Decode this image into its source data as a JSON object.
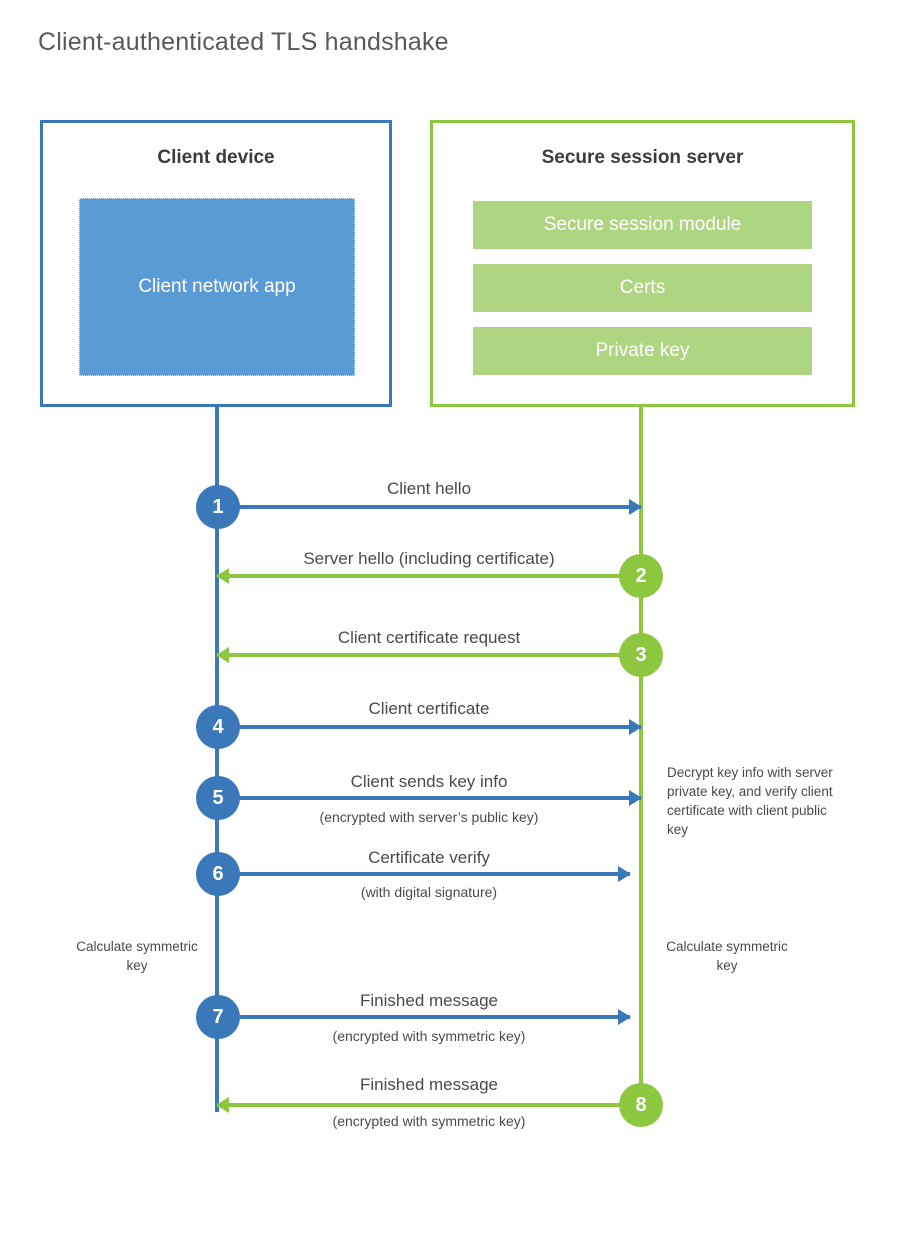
{
  "title": "Client-authenticated TLS handshake",
  "colors": {
    "client_blue": "#3b78ba",
    "client_app_fill": "#5b9bd5",
    "server_green": "#8dc63f",
    "server_bar_fill": "#aed581",
    "text": "#4a4a4a",
    "title_text": "#58595b"
  },
  "client": {
    "title": "Client device",
    "app_label": "Client network app"
  },
  "server": {
    "title": "Secure session server",
    "bars": [
      {
        "label": "Secure session module"
      },
      {
        "label": "Certs"
      },
      {
        "label": "Private key"
      }
    ]
  },
  "notes": {
    "decrypt": "Decrypt key info with server private key, and verify client certificate with client public key",
    "client_symmetric_key": "Calculate symmetric key",
    "server_symmetric_key": "Calculate symmetric key"
  },
  "chart_data": {
    "type": "diagram",
    "diagram_kind": "sequence",
    "title": "Client-authenticated TLS handshake",
    "participants": [
      {
        "id": "client",
        "name": "Client device",
        "side": "left",
        "color": "#3b78ba"
      },
      {
        "id": "server",
        "name": "Secure session server",
        "side": "right",
        "color": "#8dc63f"
      }
    ],
    "steps": [
      {
        "number": "1",
        "label": "Client hello",
        "sublabel": "",
        "from": "client",
        "to": "server",
        "direction": "right",
        "color": "blue"
      },
      {
        "number": "2",
        "label": "Server hello (including certificate)",
        "sublabel": "",
        "from": "server",
        "to": "client",
        "direction": "left",
        "color": "green"
      },
      {
        "number": "3",
        "label": "Client certificate request",
        "sublabel": "",
        "from": "server",
        "to": "client",
        "direction": "left",
        "color": "green"
      },
      {
        "number": "4",
        "label": "Client certificate",
        "sublabel": "",
        "from": "client",
        "to": "server",
        "direction": "right",
        "color": "blue"
      },
      {
        "number": "5",
        "label": "Client sends key info",
        "sublabel": "(encrypted with server’s public key)",
        "from": "client",
        "to": "server",
        "direction": "right",
        "color": "blue"
      },
      {
        "number": "6",
        "label": "Certificate verify",
        "sublabel": "(with digital signature)",
        "from": "client",
        "to": "server",
        "direction": "right",
        "color": "blue"
      },
      {
        "number": "7",
        "label": "Finished message",
        "sublabel": "(encrypted with symmetric key)",
        "from": "client",
        "to": "server",
        "direction": "right",
        "color": "blue"
      },
      {
        "number": "8",
        "label": "Finished message",
        "sublabel": "(encrypted with symmetric key)",
        "from": "server",
        "to": "client",
        "direction": "left",
        "color": "green"
      }
    ],
    "annotations": [
      {
        "text": "Decrypt key info with server private key, and verify client certificate with client public key",
        "side": "right"
      },
      {
        "text": "Calculate symmetric key",
        "side": "left"
      },
      {
        "text": "Calculate symmetric key",
        "side": "right"
      }
    ]
  }
}
